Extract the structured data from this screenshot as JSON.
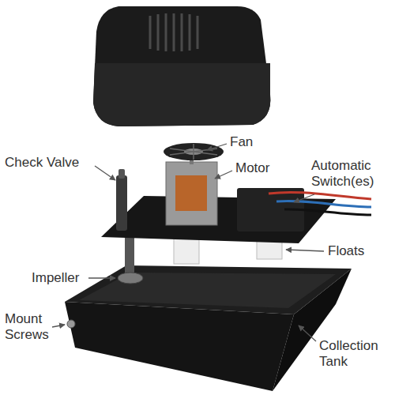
{
  "diagram": {
    "labels": [
      "Fan",
      "Check Valve",
      "Motor",
      "Automatic Switch(es)",
      "Floats",
      "Impeller",
      "Mount Screws",
      "Collection Tank"
    ]
  }
}
